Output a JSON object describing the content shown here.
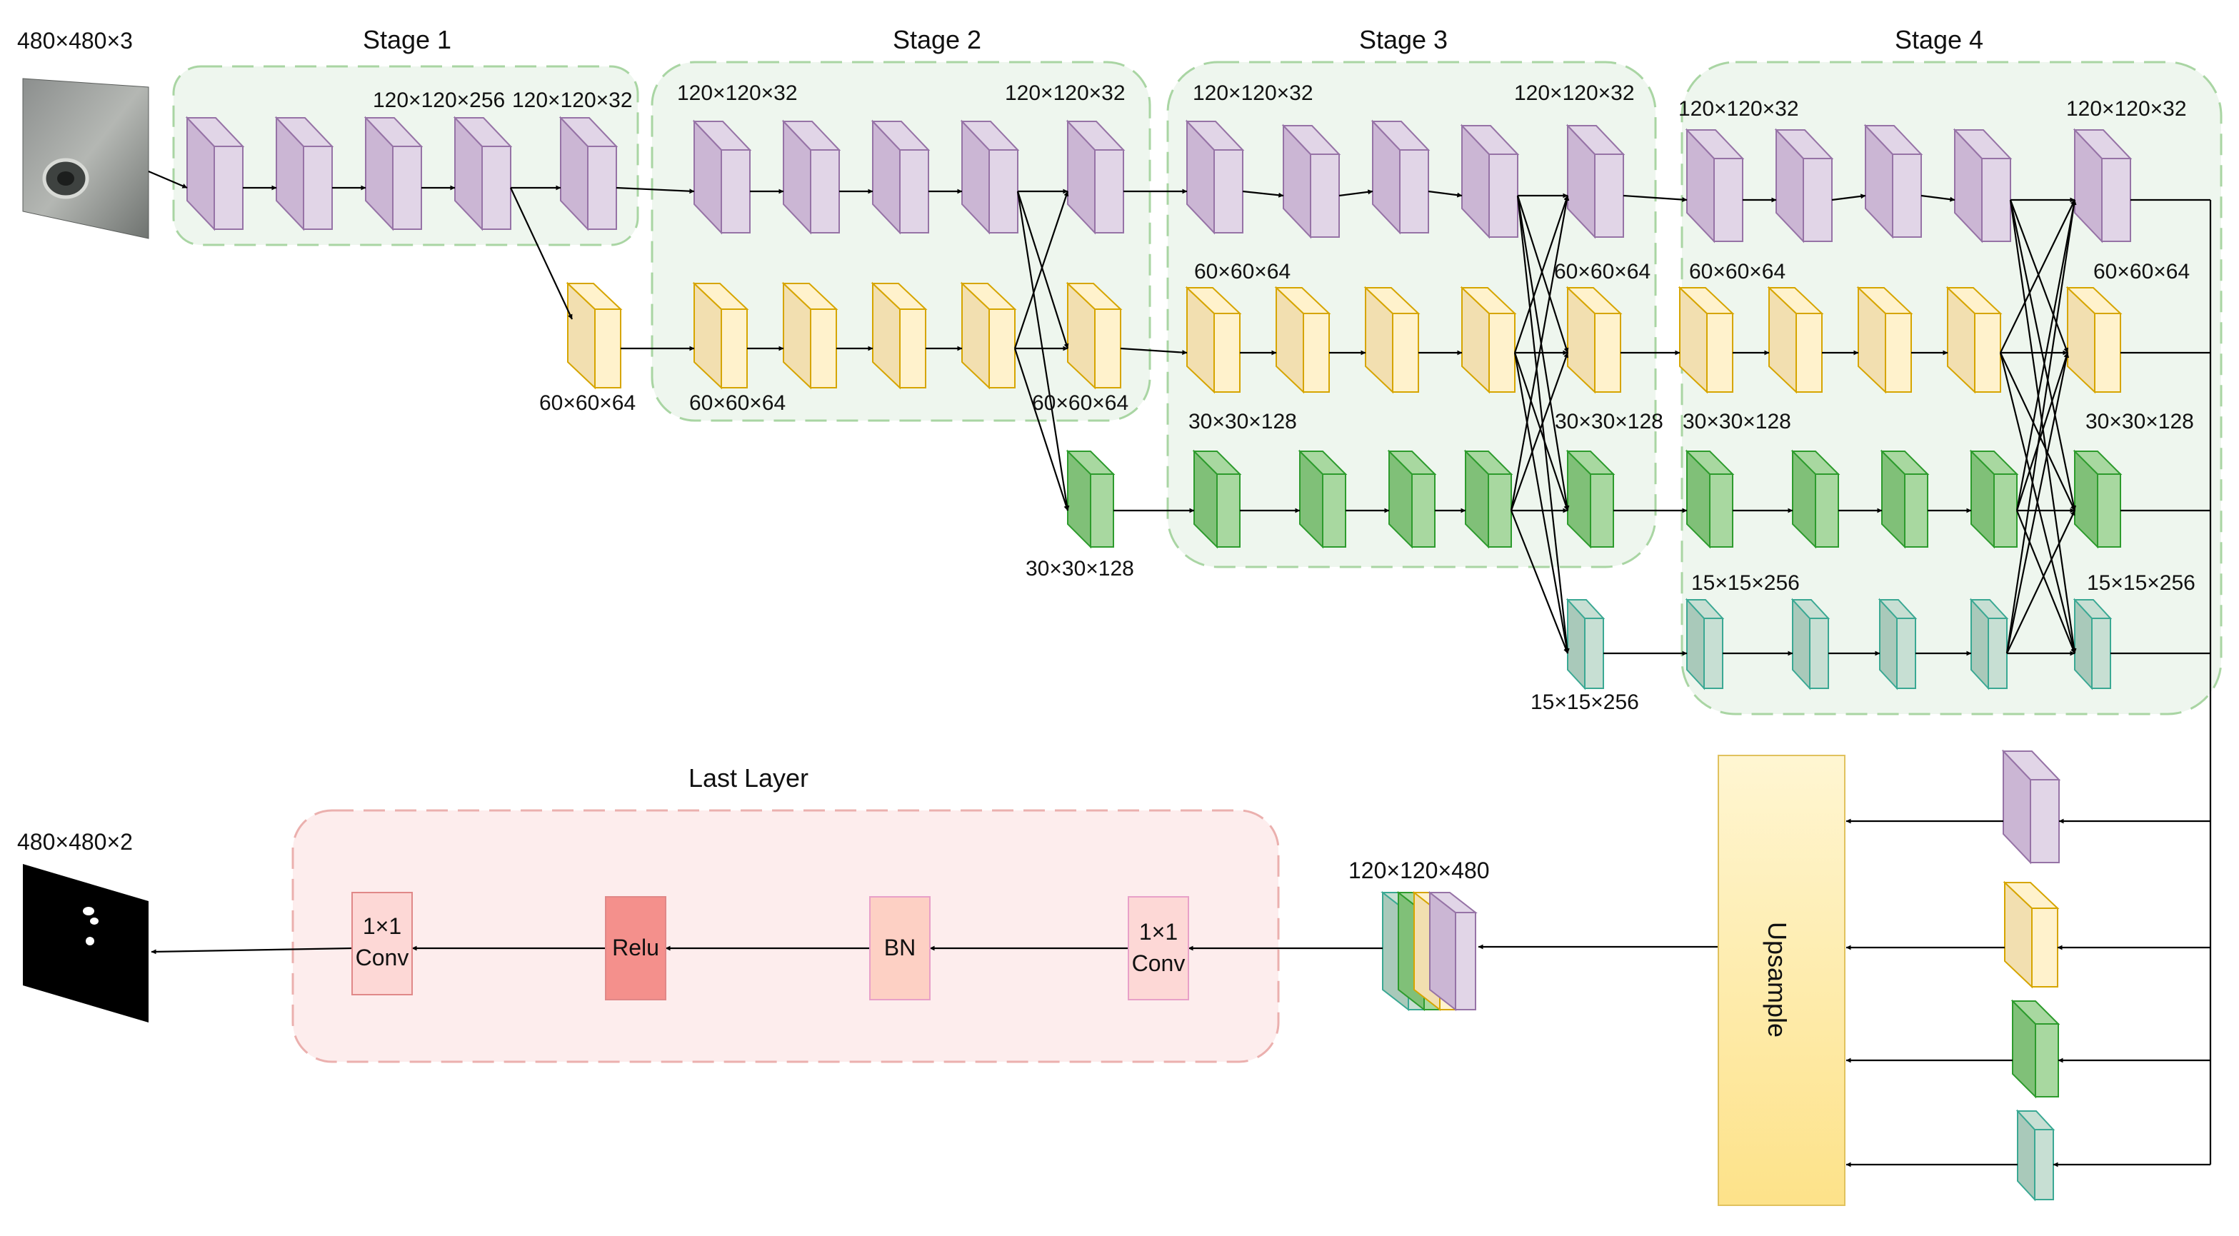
{
  "input": {
    "dims": "480×480×3"
  },
  "output": {
    "dims": "480×480×2"
  },
  "stages": [
    {
      "title": "Stage 1"
    },
    {
      "title": "Stage 2"
    },
    {
      "title": "Stage 3"
    },
    {
      "title": "Stage 4"
    }
  ],
  "labels": {
    "s1_a": "120×120×256",
    "s1_b": "120×120×32",
    "s1_down": "60×60×64",
    "s2_a": "120×120×32",
    "s2_b": "120×120×32",
    "s2_c": "60×60×64",
    "s2_d": "60×60×64",
    "s2_e": "30×30×128",
    "s3_a": "120×120×32",
    "s3_b": "120×120×32",
    "s3_c": "60×60×64",
    "s3_d": "60×60×64",
    "s3_e": "30×30×128",
    "s3_f": "30×30×128",
    "s3_g": "15×15×256",
    "s4_a": "120×120×32",
    "s4_b": "120×120×32",
    "s4_c": "60×60×64",
    "s4_d": "60×60×64",
    "s4_e": "30×30×128",
    "s4_f": "30×30×128",
    "s4_g": "15×15×256",
    "s4_h": "15×15×256",
    "concat": "120×120×480"
  },
  "upsample": {
    "label": "Upsample"
  },
  "last_layer": {
    "title": "Last Layer",
    "conv_a_l1": "1×1",
    "conv_a_l2": "Conv",
    "bn": "BN",
    "relu": "Relu",
    "conv_b_l1": "1×1",
    "conv_b_l2": "Conv"
  },
  "colors": {
    "purple_front": "#e1d5e7",
    "purple_side": "#cbb6d4",
    "purple_stroke": "#9673a6",
    "orange_front": "#fff2cc",
    "orange_side": "#f2dfb0",
    "orange_stroke": "#d6a500",
    "green_front": "#a8d8a0",
    "green_side": "#80c078",
    "green_stroke": "#2d9b2d",
    "teal_front": "#c7dfd3",
    "teal_side": "#a9c9ba",
    "teal_stroke": "#3aa893",
    "stage_fill": "#eef6ee",
    "stage_stroke": "#a9d5a3",
    "last_fill": "#fdeded",
    "last_stroke": "#ebb0ae",
    "conv_fill": "#fdd8d6",
    "conv_stroke": "#e08888",
    "bn_fill": "#fdd0c4",
    "relu_fill": "#f4908c",
    "upsample_top": "#fff6d2",
    "upsample_bottom": "#fde289",
    "upsample_stroke": "#e0c25e"
  }
}
